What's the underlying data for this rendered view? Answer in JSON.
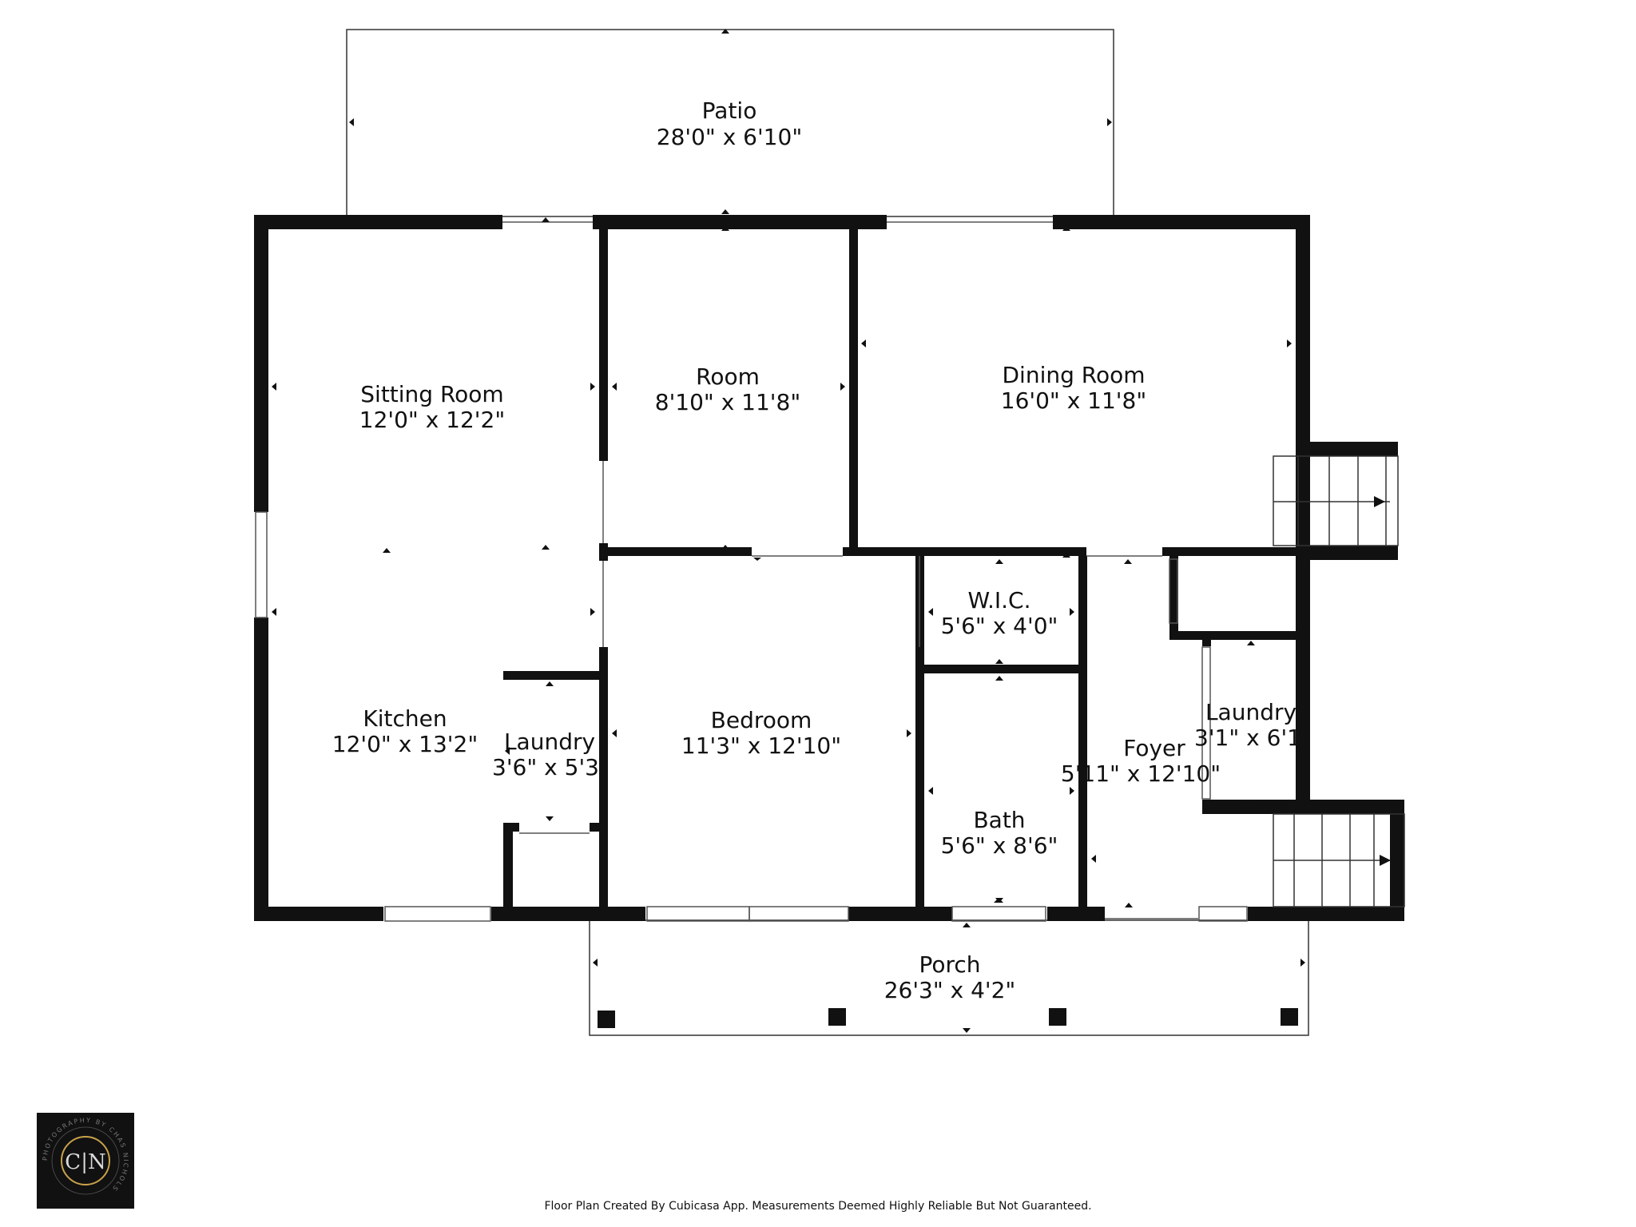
{
  "rooms": {
    "patio": {
      "name": "Patio",
      "dims": "28'0\" x 6'10\""
    },
    "sitting_room": {
      "name": "Sitting Room",
      "dims": "12'0\" x 12'2\""
    },
    "room": {
      "name": "Room",
      "dims": "8'10\" x 11'8\""
    },
    "dining_room": {
      "name": "Dining Room",
      "dims": "16'0\" x 11'8\""
    },
    "wic": {
      "name": "W.I.C.",
      "dims": "5'6\" x 4'0\""
    },
    "kitchen": {
      "name": "Kitchen",
      "dims": "12'0\" x 13'2\""
    },
    "laundry_left": {
      "name": "Laundry",
      "dims": "3'6\" x 5'3"
    },
    "bedroom": {
      "name": "Bedroom",
      "dims": "11'3\" x 12'10\""
    },
    "bath": {
      "name": "Bath",
      "dims": "5'6\" x 8'6\""
    },
    "foyer": {
      "name": "Foyer",
      "dims": "5'11\" x 12'10\""
    },
    "laundry_right": {
      "name": "Laundry",
      "dims": "3'1\" x 6'1"
    },
    "porch": {
      "name": "Porch",
      "dims": "26'3\" x 4'2\""
    }
  },
  "footer": {
    "note": "Floor Plan Created By Cubicasa App. Measurements Deemed Highly Reliable But Not Guaranteed."
  },
  "logo": {
    "initials": "C|N",
    "ring_text": "PHOTOGRAPHY BY CHAS NICHOLS",
    "accent": "#c9a24a"
  }
}
